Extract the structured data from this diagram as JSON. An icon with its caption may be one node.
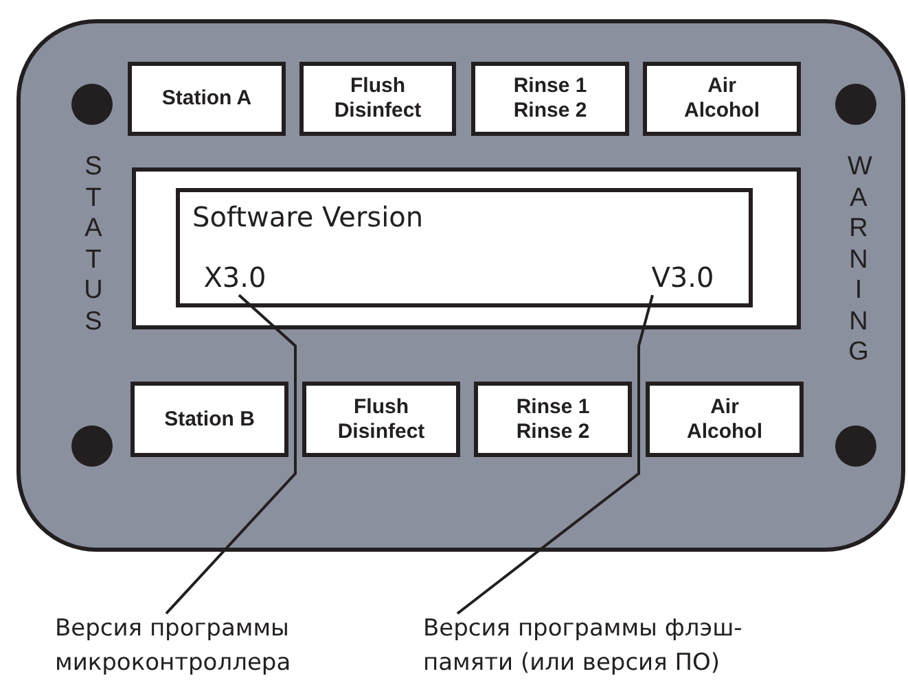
{
  "diagram": {
    "nodes": [
      {
        "text": [],
        "shape": "box"
      },
      {
        "text": [
          "Station A"
        ],
        "in": 0
      },
      {
        "text": [
          "Flush Disinfect"
        ],
        "in": 0
      },
      {
        "text": [
          "Rinse 1 Rinse 2"
        ],
        "in": 0
      },
      {
        "text": [
          "Air Alcohol"
        ],
        "in": 0
      },
      {
        "text": [],
        "shape": "box",
        "in": 0
      },
      {
        "text": [
          "Software Version"
        ],
        "in": 5
      },
      {
        "text": [
          "X3.0"
        ],
        "in": 6
      },
      {
        "text": [
          "V3.0"
        ],
        "in": 6
      },
      {
        "text": [
          "Station B"
        ],
        "in": 0
      },
      {
        "text": [
          "Flush Disinfect"
        ],
        "in": 0
      },
      {
        "text": [
          "Rinse 1 Rinse 2"
        ],
        "in": 0
      },
      {
        "text": [
          "Air Alcohol"
        ],
        "in": 0
      },
      {
        "text": [
          "Версия программы микроконтроллера"
        ]
      },
      {
        "text": [
          "Версия программы флэш-памяти (или версия ПО)"
        ]
      }
    ],
    "edges": [
      {
        "from": 13,
        "to": 7,
        "arrow": "none"
      },
      {
        "from": 14,
        "to": 8,
        "arrow": "none"
      }
    ],
    "labels": [
      "STATUS",
      "WARNING"
    ]
  }
}
